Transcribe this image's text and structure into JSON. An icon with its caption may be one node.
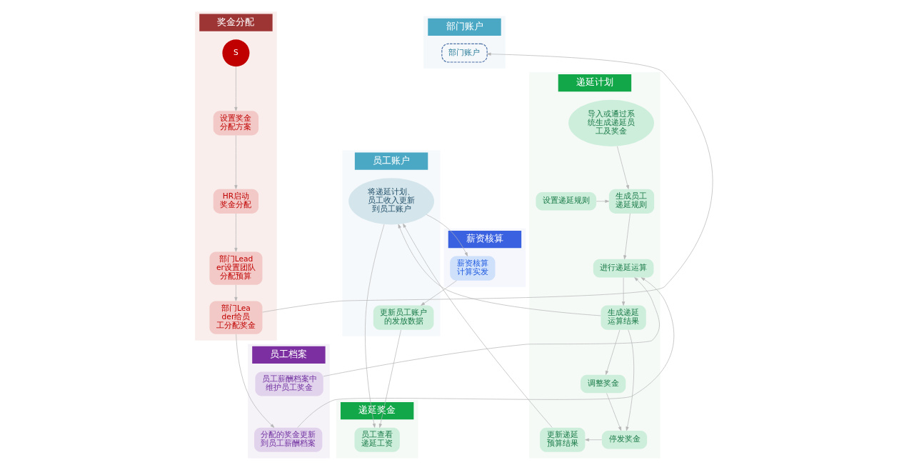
{
  "diagram": {
    "nodes": [
      {
        "text": [
          "奖金分配"
        ]
      },
      {
        "text": [
          "员工档案"
        ]
      },
      {
        "text": [
          "递延计划"
        ]
      },
      {
        "text": [
          "部门账户"
        ]
      },
      {
        "text": [
          "员工账户"
        ]
      },
      {
        "text": [
          "薪资核算"
        ]
      },
      {
        "text": [
          "递延奖金"
        ]
      },
      {
        "text": [
          "S"
        ],
        "in": 0
      },
      {
        "text": [
          "设置奖金分配方案"
        ],
        "in": 0
      },
      {
        "text": [
          "HR启动奖金分配"
        ],
        "in": 0
      },
      {
        "text": [
          "部门Leader设置团队分配预算"
        ],
        "in": 0
      },
      {
        "text": [
          "部门Leader给员工分配奖金"
        ],
        "in": 0
      },
      {
        "text": [
          "员工薪酬档案中维护员工奖金"
        ],
        "in": 1
      },
      {
        "text": [
          "分配的奖金更新到员工薪酬档案"
        ],
        "in": 1
      },
      {
        "text": [
          "导入或通过系统生成递延员工及奖金"
        ],
        "in": 2
      },
      {
        "text": [
          "设置递延规则"
        ],
        "in": 2
      },
      {
        "text": [
          "生成员工递延规则"
        ],
        "in": 2
      },
      {
        "text": [
          "进行递延运算"
        ],
        "in": 2
      },
      {
        "text": [
          "生成递延运算结果"
        ],
        "in": 2
      },
      {
        "text": [
          "调整奖金"
        ],
        "in": 2
      },
      {
        "text": [
          "停发奖金"
        ],
        "in": 2
      },
      {
        "text": [
          "更新递延预算结果"
        ],
        "in": 2
      },
      {
        "text": [
          "部门账户"
        ],
        "in": 3
      },
      {
        "text": [
          "将递延计划、员工收入更新到员工账户"
        ],
        "in": 4
      },
      {
        "text": [
          "更新员工账户的发放数据"
        ],
        "in": 4
      },
      {
        "text": [
          "薪资核算计算实发"
        ],
        "in": 5
      },
      {
        "text": [
          "员工查看递延工资"
        ],
        "in": 6
      }
    ],
    "edges": [
      {
        "from": 7,
        "to": 8,
        "arrow": "to"
      },
      {
        "from": 8,
        "to": 9,
        "arrow": "to"
      },
      {
        "from": 9,
        "to": 10,
        "arrow": "to"
      },
      {
        "from": 10,
        "to": 11,
        "arrow": "to"
      },
      {
        "from": 11,
        "to": 22,
        "arrow": "to"
      },
      {
        "from": 11,
        "to": 13,
        "arrow": "to"
      },
      {
        "from": 12,
        "to": 17,
        "arrow": "to"
      },
      {
        "from": 13,
        "to": 17,
        "arrow": "to"
      },
      {
        "from": 14,
        "to": 16,
        "arrow": "to"
      },
      {
        "from": 15,
        "to": 16,
        "arrow": "to"
      },
      {
        "from": 16,
        "to": 17,
        "arrow": "to"
      },
      {
        "from": 17,
        "to": 18,
        "arrow": "to"
      },
      {
        "from": 18,
        "to": 23,
        "arrow": "to"
      },
      {
        "from": 18,
        "to": 19,
        "arrow": "to"
      },
      {
        "from": 18,
        "to": 20,
        "arrow": "to"
      },
      {
        "from": 19,
        "to": 20,
        "arrow": "to"
      },
      {
        "from": 20,
        "to": 21,
        "arrow": "to"
      },
      {
        "from": 21,
        "to": 23,
        "arrow": "to"
      },
      {
        "from": 23,
        "to": 25,
        "arrow": "to"
      },
      {
        "from": 23,
        "to": 26,
        "arrow": "to"
      },
      {
        "from": 25,
        "to": 24,
        "arrow": "to"
      },
      {
        "from": 24,
        "to": 26,
        "arrow": "to"
      }
    ]
  }
}
